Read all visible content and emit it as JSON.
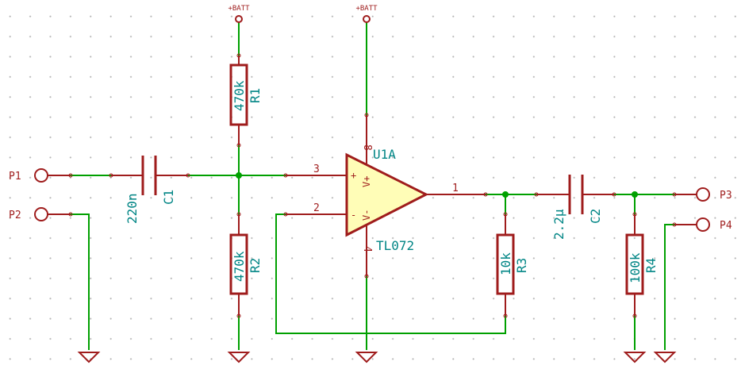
{
  "power": {
    "batt_left": "+BATT",
    "batt_right": "+BATT"
  },
  "ports": {
    "p1": "P1",
    "p2": "P2",
    "p3": "P3",
    "p4": "P4"
  },
  "components": {
    "r1": {
      "ref": "R1",
      "value": "470k"
    },
    "r2": {
      "ref": "R2",
      "value": "470k"
    },
    "r3": {
      "ref": "R3",
      "value": "10k"
    },
    "r4": {
      "ref": "R4",
      "value": "100k"
    },
    "c1": {
      "ref": "C1",
      "value": "220n"
    },
    "c2": {
      "ref": "C2",
      "value": "2.2µ"
    },
    "u1": {
      "ref": "U1A",
      "value": "TL072",
      "plus_sign": "+",
      "minus_sign": "-",
      "vplus_label": "V+",
      "vminus_label": "V-"
    }
  },
  "pins": {
    "p3": "3",
    "p2": "2",
    "p1": "1",
    "p8": "8",
    "p4": "4"
  }
}
